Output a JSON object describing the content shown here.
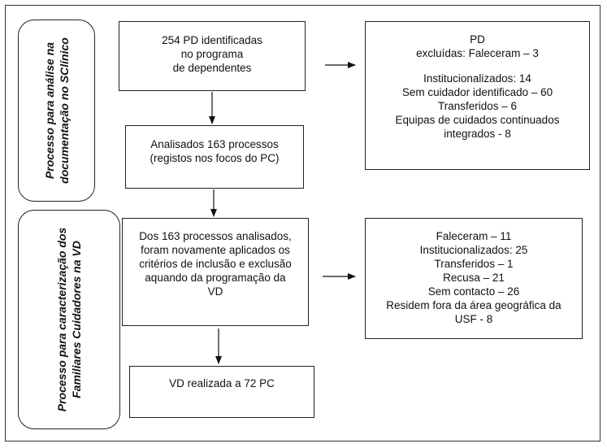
{
  "side_labels": {
    "top": [
      "Processo para análise na",
      "documentação no SClínico"
    ],
    "bottom": [
      "Processo para caracterização dos",
      "Familiares Cuidadores na VD"
    ]
  },
  "boxes": {
    "identified": [
      "254 PD identificadas",
      "no programa",
      "de dependentes"
    ],
    "excluded_top": {
      "header": [
        "PD",
        "excluídas: Faleceram – 3"
      ],
      "items": [
        "Institucionalizados: 14",
        "Sem cuidador identificado – 60",
        "Transferidos – 6",
        "Equipas de cuidados continuados",
        "integrados - 8"
      ]
    },
    "analyzed": [
      "Analisados 163 processos",
      "(registos nos focos do PC)"
    ],
    "reapplied": [
      "Dos 163 processos analisados,",
      "foram novamente aplicados os",
      "critérios de inclusão e exclusão",
      "aquando da programação da",
      "VD"
    ],
    "excluded_bottom": [
      "Faleceram – 11",
      "Institucionalizados: 25",
      "Transferidos – 1",
      "Recusa – 21",
      "Sem contacto – 26",
      "Residem fora da área geográfica da",
      "USF - 8"
    ],
    "result": [
      "VD realizada a 72 PC"
    ]
  }
}
